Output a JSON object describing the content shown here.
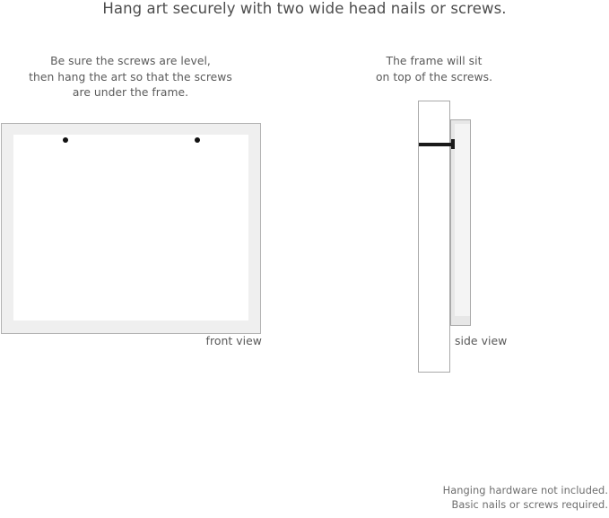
{
  "title": "Hang art securely with two wide head nails or screws.",
  "captions": {
    "left": {
      "line1": "Be sure the screws are level,",
      "line2": "then hang the art so that the screws",
      "line3": "are under the frame."
    },
    "right": {
      "line1": "The frame will sit",
      "line2": "on top of the screws."
    }
  },
  "labels": {
    "front_view": "front view",
    "side_view": "side view"
  },
  "footer": {
    "line1": "Hanging hardware not included.",
    "line2": "Basic nails or screws required."
  },
  "colors": {
    "background": "#ffffff",
    "text": "#4a4a4a",
    "frame_border": "#b3b3b3",
    "frame_mat": "#efefef",
    "art_area": "#ffffff",
    "screw": "#111111",
    "side_frame_fill": "#e7e7e7",
    "side_frame_inner": "#f4f4f4",
    "side_wall_border": "#a9a9a9",
    "nail": "#1a1a1a"
  },
  "diagram": {
    "front_view": {
      "screw_count": 2,
      "screw_positions": [
        "left",
        "right"
      ]
    },
    "side_view": {
      "parts": [
        "wall",
        "frame",
        "nail"
      ]
    }
  }
}
